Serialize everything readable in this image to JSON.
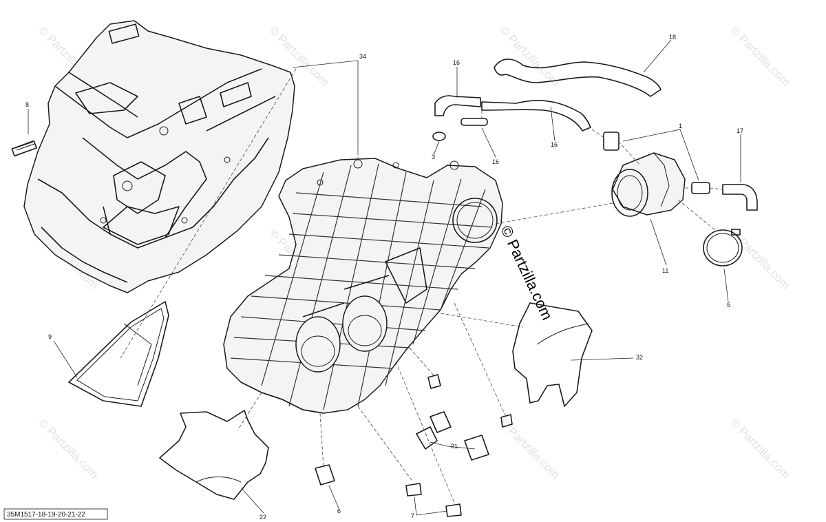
{
  "diagram": {
    "reference_code": "35M1517-18-19-20-21-22",
    "watermark_text": "© Partzilla.com",
    "center_watermark": "© Partzilla.com",
    "callouts": {
      "c1": "1",
      "c3": "3",
      "c5": "5",
      "c6": "6",
      "c7": "7",
      "c8": "8",
      "c9": "9",
      "c11": "11",
      "c16a": "16",
      "c16b": "16",
      "c16c": "16",
      "c17": "17",
      "c18": "18",
      "c21": "21",
      "c22": "22",
      "c32": "32",
      "c34": "34"
    }
  }
}
